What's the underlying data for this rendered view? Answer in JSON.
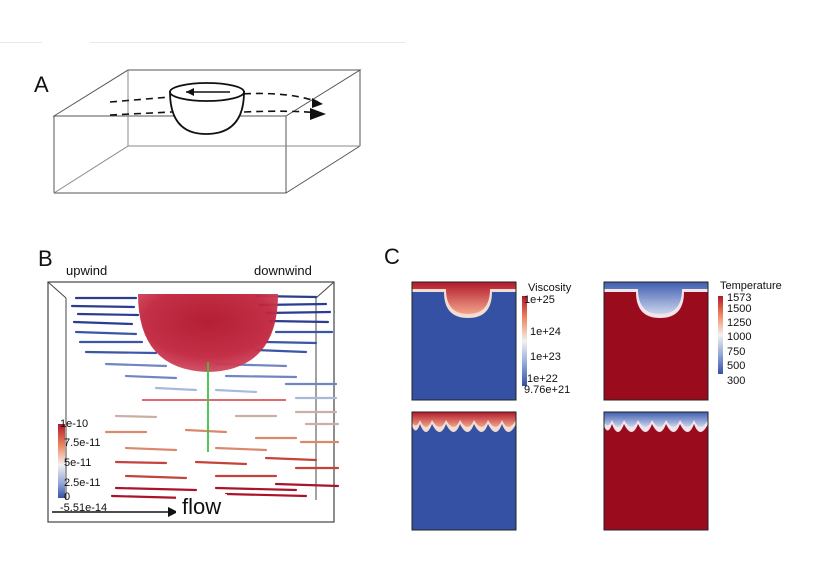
{
  "panels": {
    "a": {
      "label": "A"
    },
    "b": {
      "label": "B",
      "upwind": "upwind",
      "downwind": "downwind",
      "flow": "flow",
      "colorbar_ticks": [
        "1e-10",
        "7.5e-11",
        "5e-11",
        "2.5e-11",
        "0",
        "-5.51e-14"
      ]
    },
    "c": {
      "label": "C",
      "viscosity": {
        "title": "Viscosity",
        "ticks": [
          "1e+25",
          "1e+24",
          "1e+23",
          "1e+22",
          "9.76e+21"
        ]
      },
      "temperature": {
        "title": "Temperature",
        "ticks": [
          "1573",
          "1500",
          "1250",
          "1000",
          "750",
          "500",
          "300"
        ]
      }
    }
  },
  "colors": {
    "deep_red": "#9a0b1e",
    "deep_blue": "#3451a3",
    "mid_white": "#dcdcdc"
  }
}
